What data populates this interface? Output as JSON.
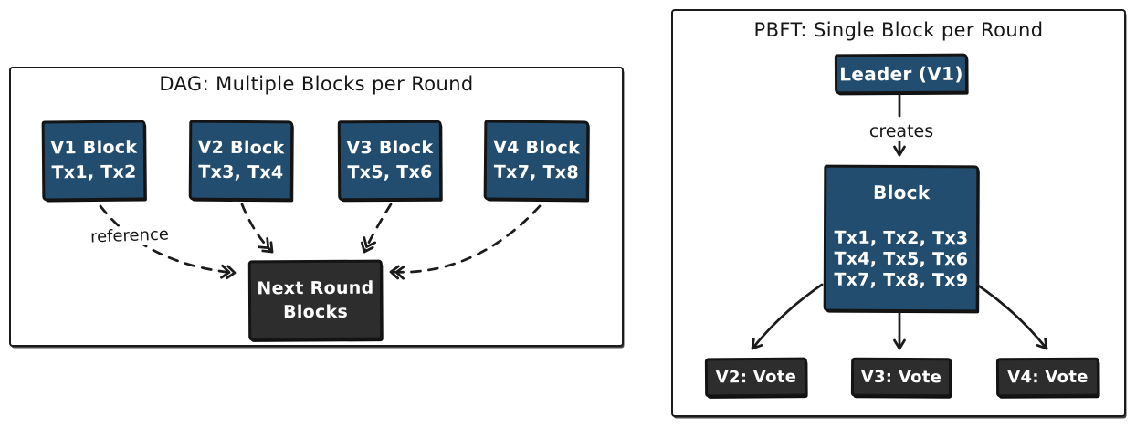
{
  "colors": {
    "block_blue": "#234d6e",
    "box_dark": "#2d2d2d",
    "stroke": "#1b1b1b",
    "text_light": "#ffffff",
    "background": "#ffffff"
  },
  "dag": {
    "title": "DAG: Multiple Blocks per Round",
    "blocks": [
      {
        "name": "V1 Block",
        "txs": "Tx1, Tx2"
      },
      {
        "name": "V2 Block",
        "txs": "Tx3, Tx4"
      },
      {
        "name": "V3 Block",
        "txs": "Tx5, Tx6"
      },
      {
        "name": "V4 Block",
        "txs": "Tx7, Tx8"
      }
    ],
    "edge_label": "reference",
    "next_round": {
      "line1": "Next Round",
      "line2": "Blocks"
    }
  },
  "pbft": {
    "title": "PBFT: Single Block per Round",
    "leader_label": "Leader (V1)",
    "edge_label": "creates",
    "block": {
      "title": "Block",
      "tx_lines": [
        "Tx1, Tx2, Tx3",
        "Tx4, Tx5, Tx6",
        "Tx7, Tx8, Tx9"
      ]
    },
    "votes": [
      "V2: Vote",
      "V3: Vote",
      "V4: Vote"
    ]
  }
}
